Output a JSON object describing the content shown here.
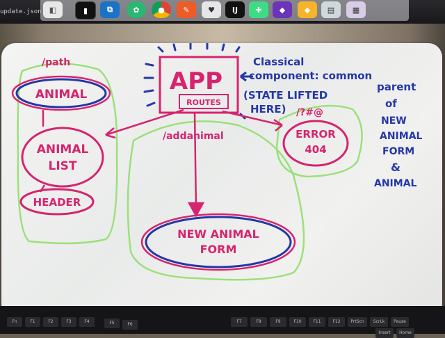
{
  "taskbar": {
    "terminal_text": "update.json",
    "icons": [
      "finder-icon",
      "terminal-icon",
      "vscode-icon",
      "chrome-icon",
      "postman-icon",
      "mysql-icon",
      "intellij-icon",
      "android-studio-icon",
      "visual-studio-icon",
      "sketch-icon",
      "photos-icon",
      "preview-icon",
      "trash-icon"
    ]
  },
  "whiteboard": {
    "app_node": {
      "label": "APP",
      "sublabel": "ROUTES"
    },
    "annotation": {
      "lines": [
        "Classical",
        "component: common",
        "(STATE LIFTED",
        "HERE)",
        "parent",
        "of",
        "NEW",
        "ANIMAL",
        "FORM",
        "&",
        "ANIMAL"
      ]
    },
    "routes": {
      "path_label": "/path",
      "addanimal_label": "/addanimal",
      "error_label": "/?#@"
    },
    "nodes": {
      "animal": "ANIMAL",
      "animal_list_line1": "ANIMAL",
      "animal_list_line2": "LIST",
      "header": "HEADER",
      "error_line1": "ERROR",
      "error_line2": "404",
      "new_animal_form_line1": "NEW ANIMAL",
      "new_animal_form_line2": "FORM"
    },
    "colors": {
      "pink_marker": "#d6246e",
      "blue_marker": "#2637a6",
      "green_marker": "#9be07a"
    }
  },
  "keyboard": {
    "keys": [
      "Fn",
      "F1",
      "F2",
      "F3",
      "F4",
      "F5",
      "F6",
      "F7",
      "F8",
      "F9",
      "F10",
      "F11",
      "F12",
      "PrtScn",
      "ScrLk",
      "Pause",
      "Insert",
      "Home"
    ]
  }
}
